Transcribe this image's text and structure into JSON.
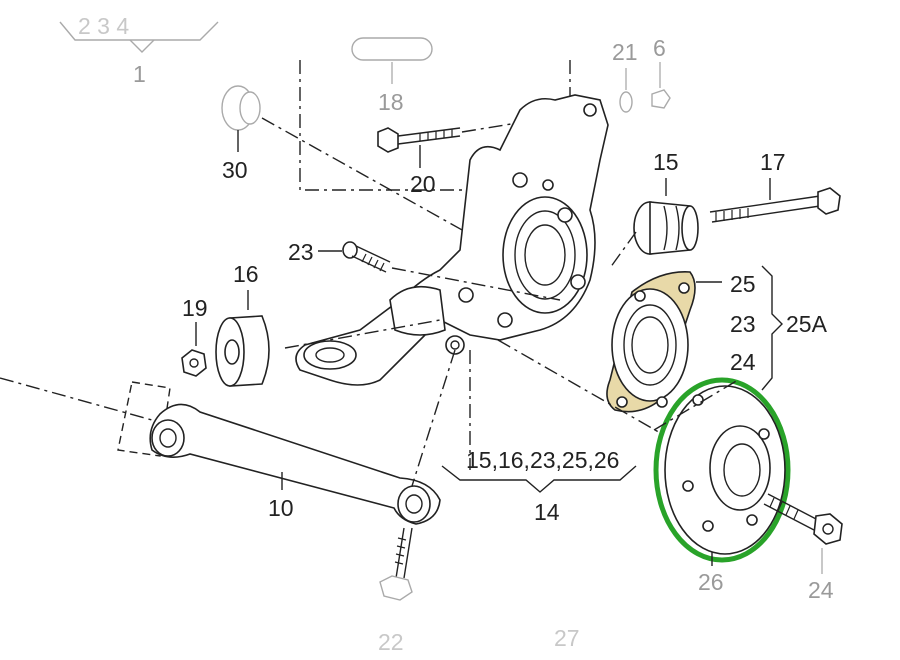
{
  "labels": {
    "l1": "1",
    "l1_ticks": "2 3 4",
    "l18": "18",
    "l21": "21",
    "l6": "6",
    "l30": "30",
    "l20": "20",
    "l15": "15",
    "l17": "17",
    "l23_bolt": "23",
    "l16": "16",
    "l19": "19",
    "l25": "25",
    "l23_group": "23",
    "l24_group": "24",
    "l25A": "25A",
    "l10": "10",
    "l14_list": "15,16,23,25,26",
    "l14": "14",
    "l26": "26",
    "l24_bolt": "24",
    "l22": "22",
    "l27": "27"
  },
  "colors": {
    "line": "#222222",
    "faint": "#9a9a9a",
    "highlight_ring": "#29a329",
    "highlight_plate": "#e8d9a8"
  },
  "parts": [
    {
      "id": "wheel-bearing-housing",
      "icon": "wheel-bearing-housing"
    },
    {
      "id": "wheel-hub",
      "icon": "wheel-hub",
      "highlight": "green-ring"
    },
    {
      "id": "transverse-link",
      "icon": "control-arm"
    },
    {
      "id": "wheel-bearing-flange",
      "icon": "bearing-flange",
      "highlight": "tan-plate"
    }
  ]
}
